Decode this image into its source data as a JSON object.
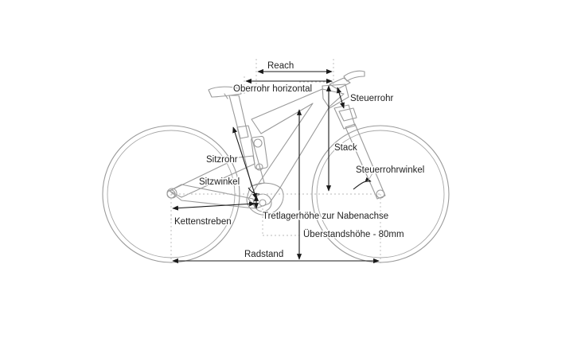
{
  "labels": {
    "reach": "Reach",
    "oberrohr": "Oberrohr horizontal",
    "steuerrohr": "Steuerrohr",
    "stack": "Stack",
    "sitzrohr": "Sitzrohr",
    "steuerrohrwinkel": "Steuerrohrwinkel",
    "sitzwinkel": "Sitzwinkel",
    "tretlager": "Tretlagerhöhe zur Nabenachse",
    "kettenstreben": "Kettenstreben",
    "ueberstand": "Überstandshöhe - 80mm",
    "radstand": "Radstand"
  },
  "colors": {
    "bike_outline": "#9a9a9a",
    "dimension_line": "#1a1a1a",
    "label_text": "#222222"
  }
}
